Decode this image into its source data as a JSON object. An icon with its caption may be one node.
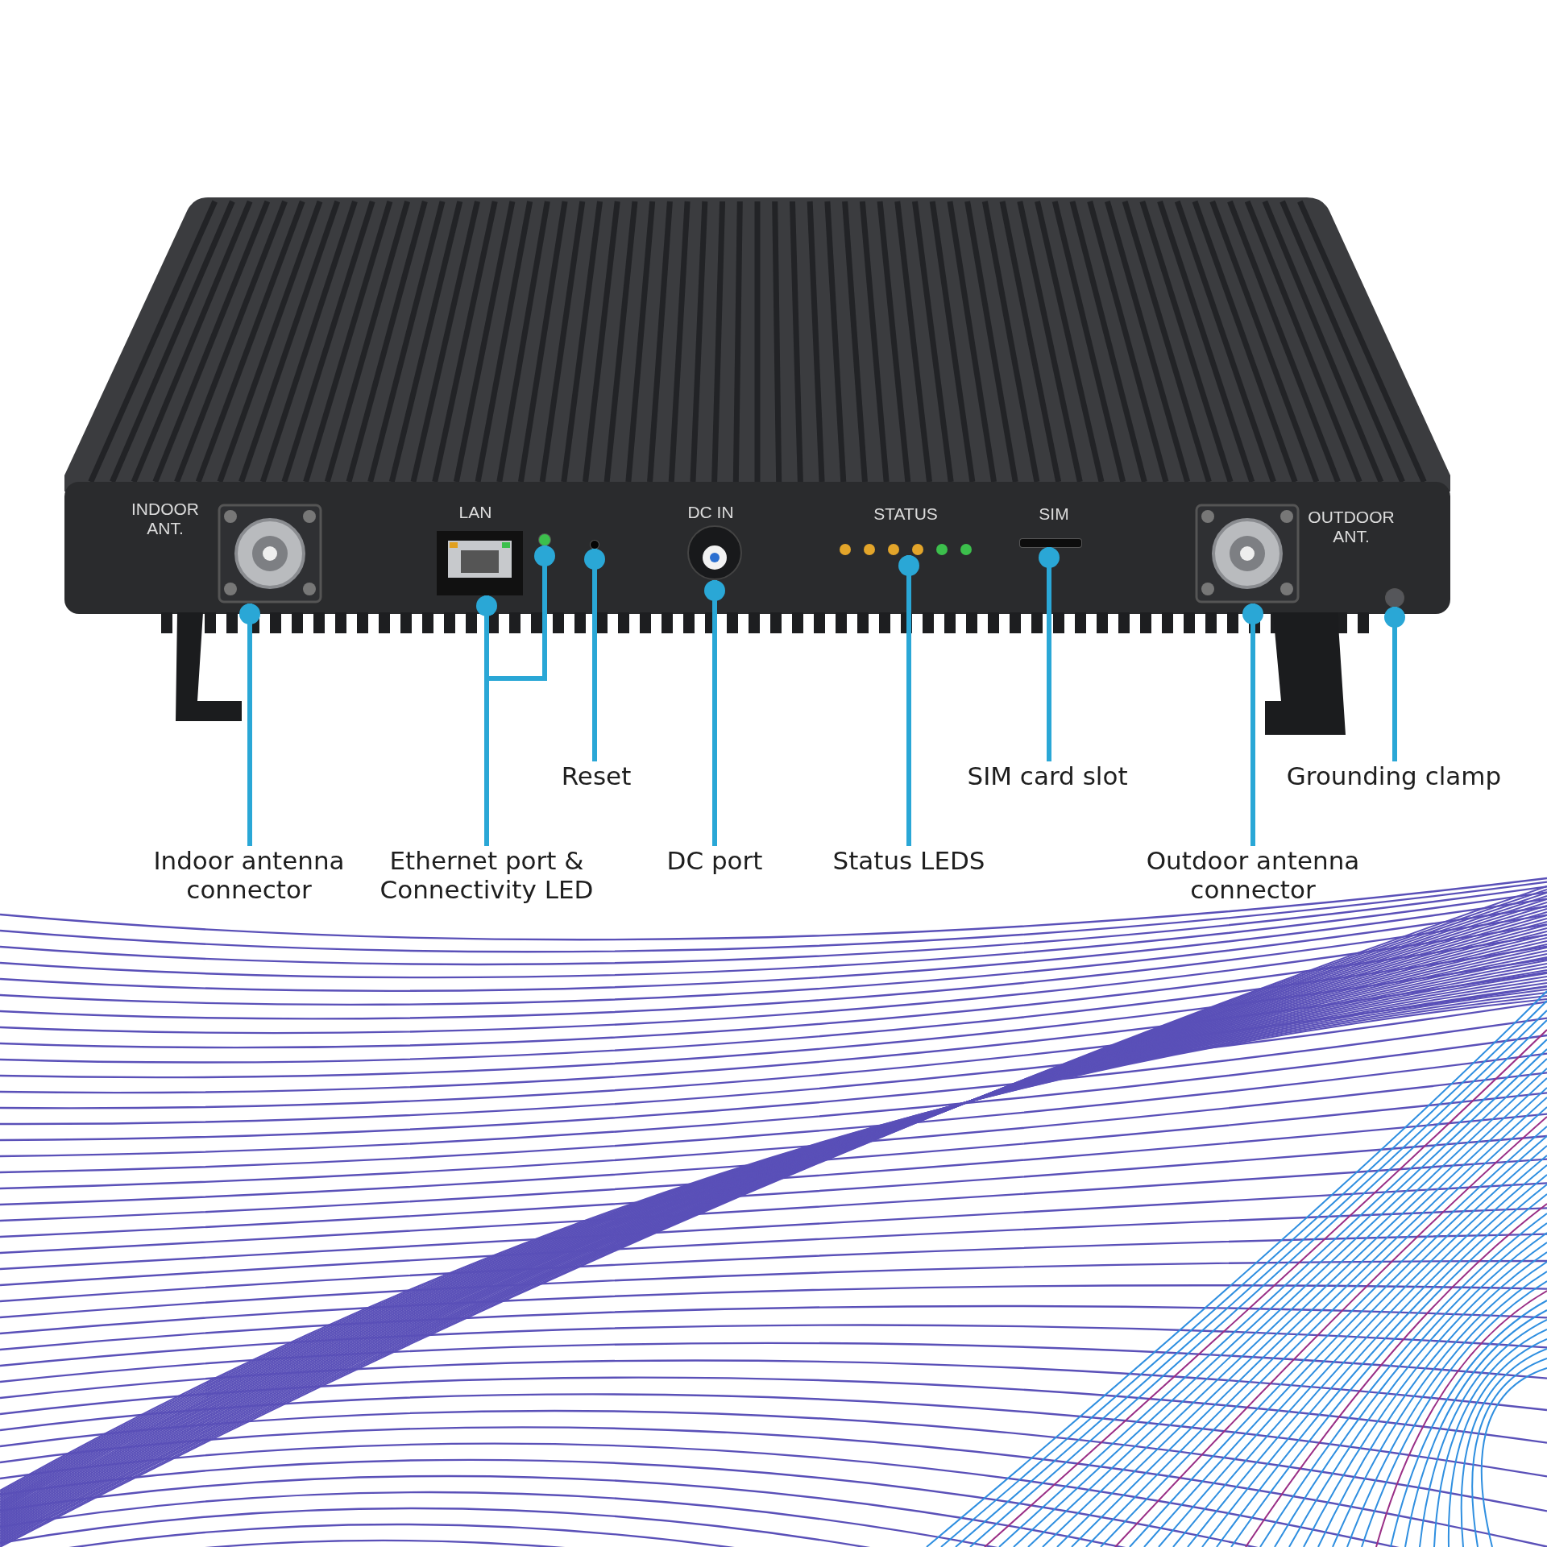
{
  "diagram": {
    "nodes": [
      {
        "text": [],
        "shape": "picture"
      },
      {
        "text": [],
        "shape": "picture"
      },
      {
        "text": [],
        "shape": "circle"
      },
      {
        "text": [],
        "shape": "circle"
      },
      {
        "text": [],
        "shape": "picture"
      },
      {
        "text": [],
        "shape": "picture"
      },
      {
        "text": [],
        "shape": "box"
      },
      {
        "text": [],
        "shape": "picture"
      },
      {
        "text": [],
        "shape": "circle"
      },
      {
        "text": [
          "Reset"
        ]
      },
      {
        "text": [
          "SIM card slot"
        ]
      },
      {
        "text": [
          "Grounding clamp"
        ]
      },
      {
        "text": [
          "Indoor antenna connector"
        ]
      },
      {
        "text": [
          "Ethernet port & Connectivity LED"
        ]
      },
      {
        "text": [
          "DC port"
        ]
      },
      {
        "text": [
          "Status LEDS"
        ]
      },
      {
        "text": [
          "Outdoor antenna connector"
        ]
      }
    ],
    "edges": [
      {
        "from": 12,
        "to": 0,
        "arrow": "other"
      },
      {
        "from": 13,
        "to": 1,
        "arrow": "other"
      },
      {
        "from": 13,
        "to": 2,
        "arrow": "other"
      },
      {
        "from": 9,
        "to": 3,
        "arrow": "other"
      },
      {
        "from": 14,
        "to": 4,
        "arrow": "other"
      },
      {
        "from": 15,
        "to": 5,
        "arrow": "other"
      },
      {
        "from": 10,
        "to": 6,
        "arrow": "other"
      },
      {
        "from": 16,
        "to": 7,
        "arrow": "other"
      },
      {
        "from": 11,
        "to": 8,
        "arrow": "other"
      }
    ],
    "labels": [
      "INDOOR ANT.",
      "LAN",
      "DC IN",
      "STATUS",
      "SIM",
      "OUTDOOR ANT."
    ]
  }
}
